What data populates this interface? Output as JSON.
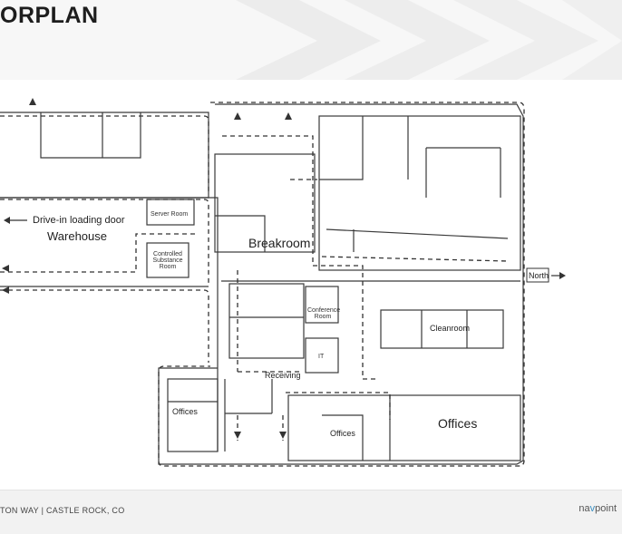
{
  "header": {
    "title": "ORPLAN"
  },
  "floorplan": {
    "labels": {
      "warehouse": "Warehouse",
      "drive_in": "Drive-in loading door",
      "server_room": "Server Room",
      "controlled_substance": "Controlled Substance Room",
      "breakroom": "Breakroom",
      "north": "North",
      "conference": "Conference Room",
      "it": "IT",
      "receiving": "Receiving",
      "cleanroom": "Cleanroom",
      "offices_left": "Offices",
      "offices_center": "Offices",
      "offices_right": "Offices"
    }
  },
  "footer": {
    "address": "TON WAY | CASTLE ROCK, CO",
    "brand_prefix": "na",
    "brand_accent": "v",
    "brand_suffix": "point"
  }
}
